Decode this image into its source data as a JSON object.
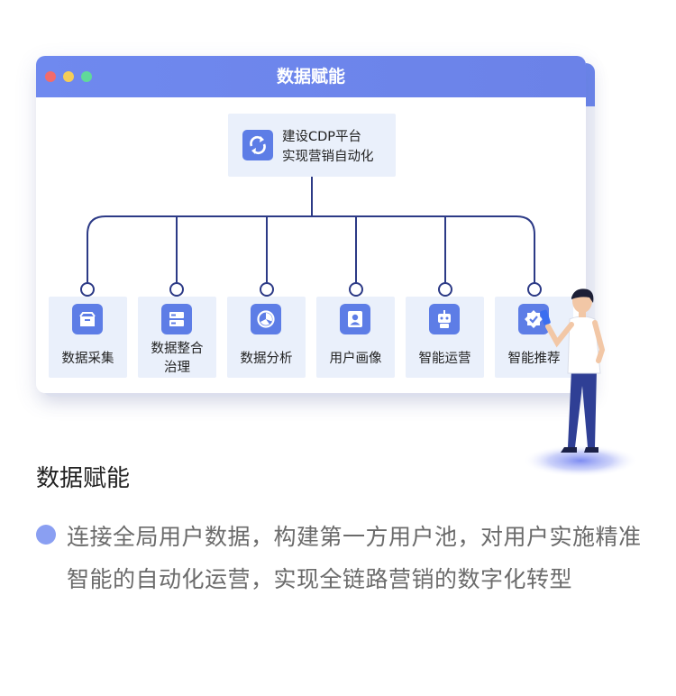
{
  "window": {
    "title": "数据赋能",
    "accent": "#6f89ef"
  },
  "root": {
    "line1": "建设CDP平台",
    "line2": "实现营销自动化",
    "icon": "sync-arrows-icon"
  },
  "children": [
    {
      "line1": "数据采集",
      "line2": "",
      "icon": "box-collect-icon"
    },
    {
      "line1": "数据整合",
      "line2": "治理",
      "icon": "server-stack-icon"
    },
    {
      "line1": "数据分析",
      "line2": "",
      "icon": "pie-chart-icon"
    },
    {
      "line1": "用户画像",
      "line2": "",
      "icon": "user-profile-icon"
    },
    {
      "line1": "智能运营",
      "line2": "",
      "icon": "robot-icon"
    },
    {
      "line1": "智能推荐",
      "line2": "",
      "icon": "badge-check-icon"
    }
  ],
  "section": {
    "title": "数据赋能",
    "description": "连接全局用户数据，构建第一方用户池，对用户实施精准智能的自动化运营，实现全链路营销的数字化转型"
  }
}
